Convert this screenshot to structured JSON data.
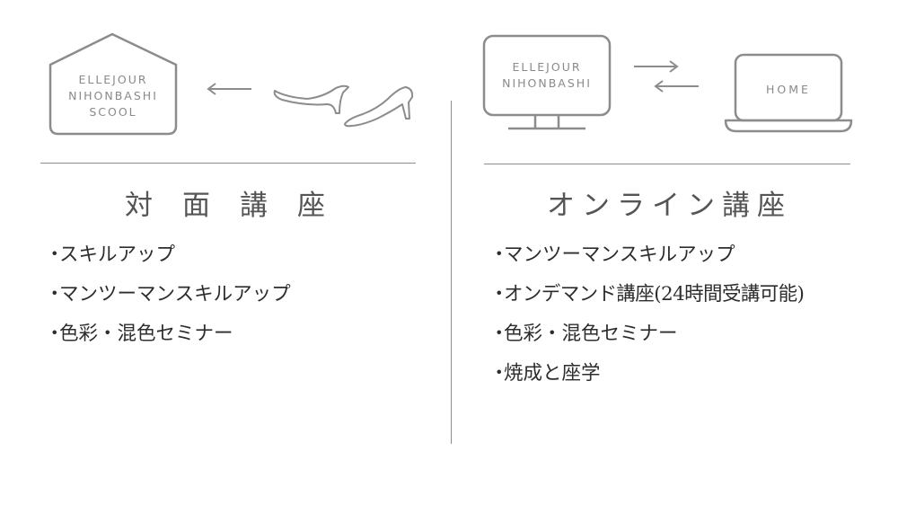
{
  "left": {
    "school_logo": {
      "line1": "ELLEJOUR",
      "line2": "NIHONBASHI",
      "line3": "SCOOL"
    },
    "heading": "対　面　講　座",
    "items": [
      {
        "bullet": "・",
        "text": "スキルアップ"
      },
      {
        "bullet": "・",
        "text": "マンツーマンスキルアップ"
      },
      {
        "bullet": "・",
        "text": "色彩・混色セミナー"
      }
    ]
  },
  "right": {
    "monitor_logo": {
      "line1": "ELLEJOUR",
      "line2": "NIHONBASHI"
    },
    "laptop_label": "HOME",
    "heading": "オンライン講座",
    "items": [
      {
        "bullet": "・",
        "text": "マンツーマンスキルアップ"
      },
      {
        "bullet": "・",
        "text": "オンデマンド講座(24時間受講可能)"
      },
      {
        "bullet": "・",
        "text": "色彩・混色セミナー"
      },
      {
        "bullet": "・",
        "text": "焼成と座学"
      }
    ]
  },
  "icons": [
    "house-icon",
    "arrow-left-icon",
    "high-heel-shoes-icon",
    "monitor-icon",
    "arrow-right-icon",
    "arrow-left-icon",
    "laptop-icon"
  ],
  "colors": {
    "line": "#8c8c8c",
    "text": "#2d2d2d",
    "heading": "#555555"
  }
}
